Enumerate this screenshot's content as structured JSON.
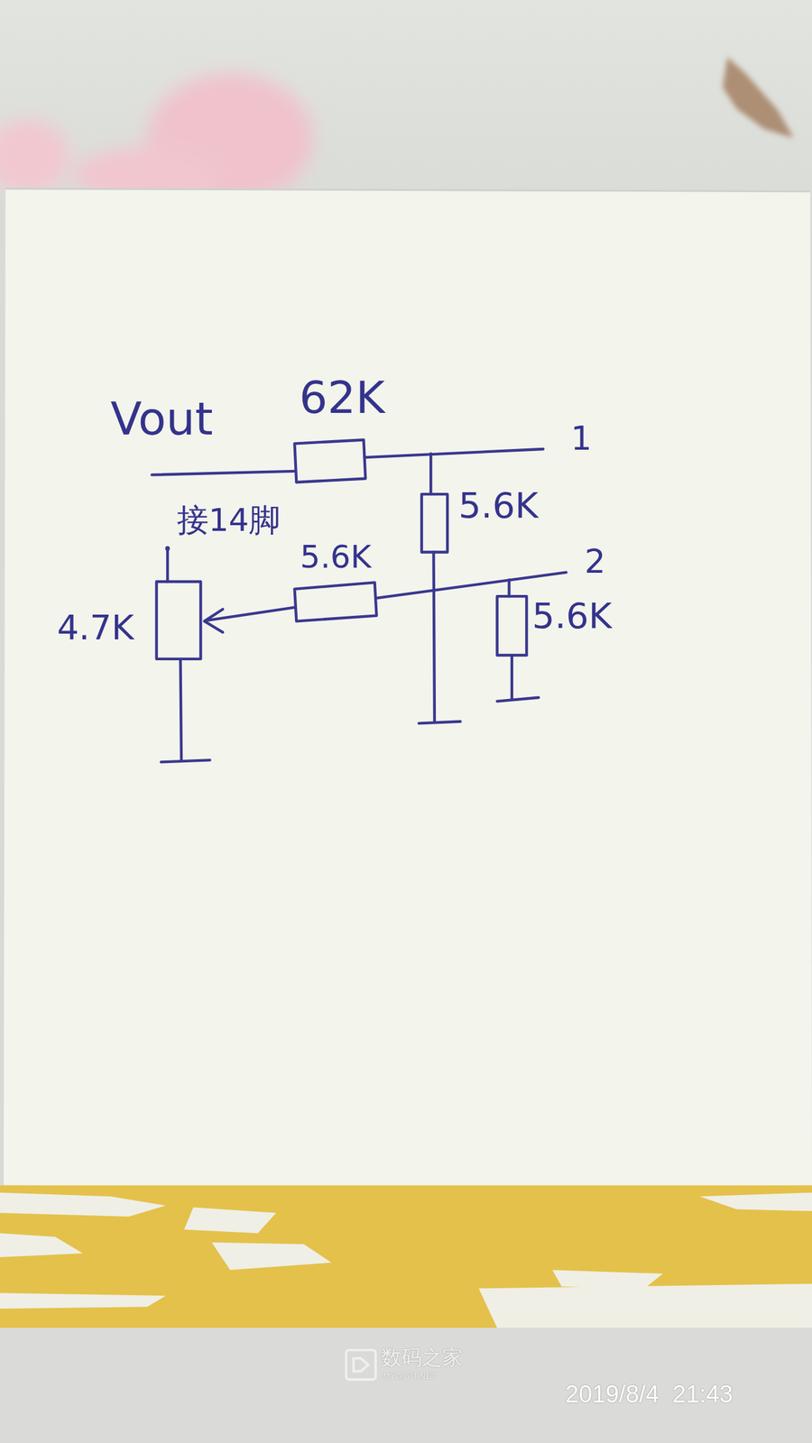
{
  "diagram": {
    "labels": [
      "Vout",
      "62K",
      "1",
      "5.6K",
      "接14脚",
      "5.6K",
      "2",
      "4.7K",
      "5.6K",
      "数码之家",
      "MYDIGIT.NET",
      "2019/8/4  21:43"
    ]
  }
}
